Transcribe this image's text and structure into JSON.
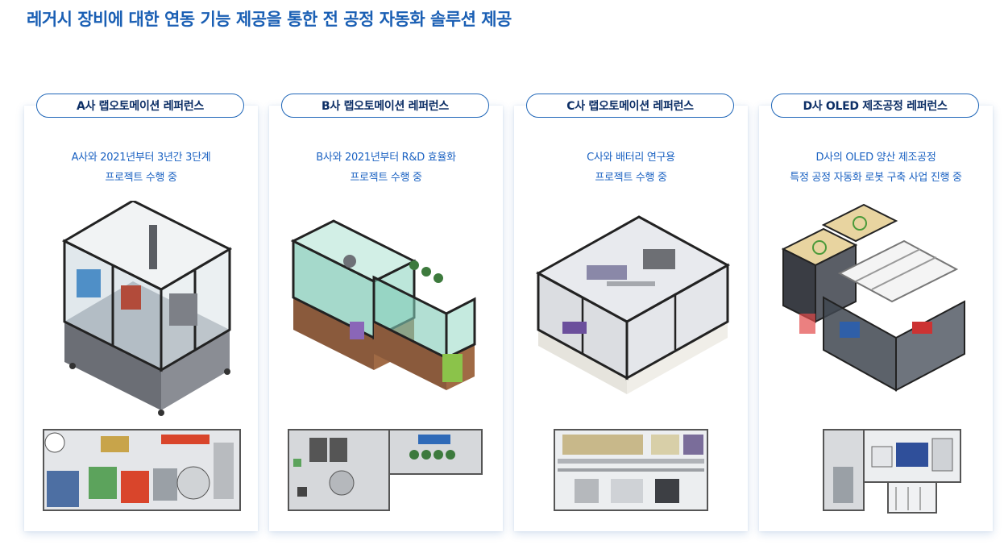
{
  "headline": "레거시 장비에 대한 연동 기능 제공을 통한 전 공정 자동화 솔루션 제공",
  "colors": {
    "accent": "#1a5fb4",
    "pill_border": "#1f66b8",
    "pill_text": "#0d2f66",
    "desc_text": "#1b62c2"
  },
  "cards": [
    {
      "title": "A사 랩오토메이션 레퍼런스",
      "line1": "A사와 2021년부터 3년간 3단계",
      "line2": "프로젝트 수행 중"
    },
    {
      "title": "B사 랩오토메이션 레퍼런스",
      "line1": "B사와 2021년부터 R&D 효율화",
      "line2": "프로젝트 수행 중"
    },
    {
      "title": "C사 랩오토메이션 레퍼런스",
      "line1": "C사와 배터리 연구용",
      "line2": "프로젝트 수행 중"
    },
    {
      "title": "D사 OLED 제조공정 레퍼런스",
      "line1": "D사의 OLED 양산 제조공정",
      "line2": "특정 공정 자동화 로봇 구축 사업 진행 중"
    }
  ]
}
